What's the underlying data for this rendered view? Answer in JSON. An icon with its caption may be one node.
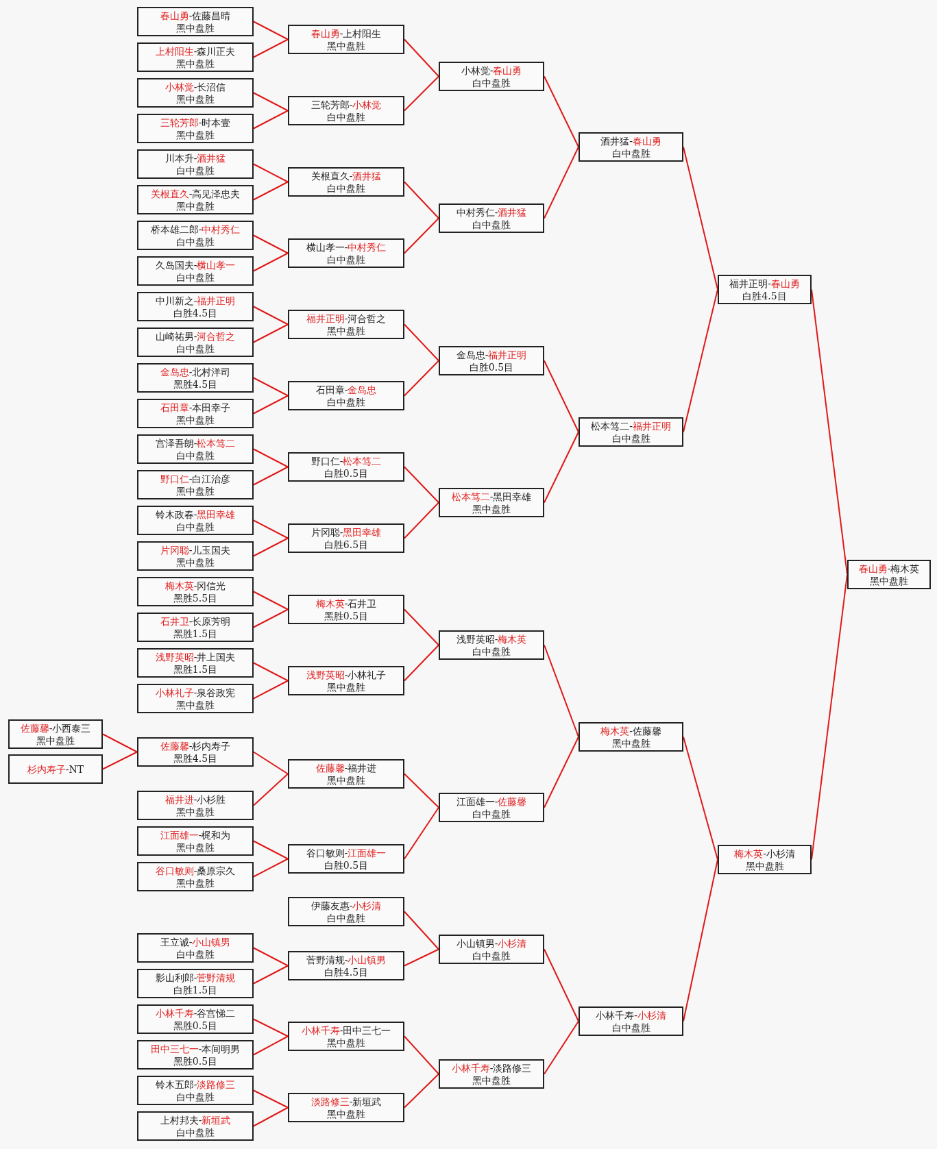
{
  "diagram": {
    "nodes": [
      {
        "text": [
          "**佐藤馨**-小西泰三",
          "黑中盘胜"
        ]
      },
      {
        "text": [
          "**杉内寿子**-NT"
        ]
      },
      {
        "text": [
          "**春山勇**-佐藤昌晴",
          "黑中盘胜"
        ]
      },
      {
        "text": [
          "**上村阳生**-森川正夫",
          "黑中盘胜"
        ]
      },
      {
        "text": [
          "**小林觉**-长沼信",
          "黑中盘胜"
        ]
      },
      {
        "text": [
          "**三轮芳郎**-时本壹",
          "黑中盘胜"
        ]
      },
      {
        "text": [
          "川本升-**酒井猛**",
          "白中盘胜"
        ]
      },
      {
        "text": [
          "**关根直久**-高见泽忠夫",
          "黑中盘胜"
        ]
      },
      {
        "text": [
          "桥本雄二郎-**中村秀仁**",
          "白中盘胜"
        ]
      },
      {
        "text": [
          "久岛国夫-**横山孝一**",
          "白中盘胜"
        ]
      },
      {
        "text": [
          "中川新之-**福井正明**",
          "白胜4.5目"
        ]
      },
      {
        "text": [
          "山崎祐男-**河合哲之**",
          "白中盘胜"
        ]
      },
      {
        "text": [
          "**金岛忠**-北村洋司",
          "黑胜4.5目"
        ]
      },
      {
        "text": [
          "**石田章**-本田幸子",
          "黑中盘胜"
        ]
      },
      {
        "text": [
          "宫泽吾朗-**松本笃二**",
          "白中盘胜"
        ]
      },
      {
        "text": [
          "**野口仁**-白江治彦",
          "黑中盘胜"
        ]
      },
      {
        "text": [
          "铃木政春-**黑田幸雄**",
          "白中盘胜"
        ]
      },
      {
        "text": [
          "**片冈聪**-儿玉国夫",
          "黑中盘胜"
        ]
      },
      {
        "text": [
          "**梅木英**-冈信光",
          "黑胜5.5目"
        ]
      },
      {
        "text": [
          "**石井卫**-长原芳明",
          "黑胜1.5目"
        ]
      },
      {
        "text": [
          "**浅野英昭**-井上国夫",
          "黑胜1.5目"
        ]
      },
      {
        "text": [
          "**小林礼子**-泉谷政宪",
          "黑中盘胜"
        ]
      },
      {
        "text": [
          "**佐藤馨**-杉内寿子",
          "黑胜4.5目"
        ]
      },
      {
        "text": [
          "**福井进**-小杉胜",
          "黑中盘胜"
        ]
      },
      {
        "text": [
          "**江面雄一**-梶和为",
          "黑中盘胜"
        ]
      },
      {
        "text": [
          "**谷口敏则**-桑原宗久",
          "黑中盘胜"
        ]
      },
      {
        "text": [
          "王立诚-**小山镇男**",
          "白中盘胜"
        ]
      },
      {
        "text": [
          "影山利郎-**菅野清规**",
          "白胜1.5目"
        ]
      },
      {
        "text": [
          "**小林千寿**-谷宫悌二",
          "黑胜0.5目"
        ]
      },
      {
        "text": [
          "**田中三七一**-本间明男",
          "黑胜0.5目"
        ]
      },
      {
        "text": [
          "铃木五郎-**淡路修三**",
          "白中盘胜"
        ]
      },
      {
        "text": [
          "上村邦夫-**新垣武**",
          "白中盘胜"
        ]
      },
      {
        "text": [
          "**春山勇**-上村阳生",
          "黑中盘胜"
        ]
      },
      {
        "text": [
          "三轮芳郎-**小林觉**",
          "白中盘胜"
        ]
      },
      {
        "text": [
          "关根直久-**酒井猛**",
          "白中盘胜"
        ]
      },
      {
        "text": [
          "横山孝一-**中村秀仁**",
          "白中盘胜"
        ]
      },
      {
        "text": [
          "**福井正明**-河合哲之",
          "黑中盘胜"
        ]
      },
      {
        "text": [
          "石田章-**金岛忠**",
          "白中盘胜"
        ]
      },
      {
        "text": [
          "野口仁-**松本笃二**",
          "白胜0.5目"
        ]
      },
      {
        "text": [
          "片冈聪-**黑田幸雄**",
          "白胜6.5目"
        ]
      },
      {
        "text": [
          "**梅木英**-石井卫",
          "黑胜0.5目"
        ]
      },
      {
        "text": [
          "**浅野英昭**-小林礼子",
          "黑中盘胜"
        ]
      },
      {
        "text": [
          "**佐藤馨**-福井进",
          "黑中盘胜"
        ]
      },
      {
        "text": [
          "谷口敏则-**江面雄一**",
          "白胜0.5目"
        ]
      },
      {
        "text": [
          "伊藤友惠-**小杉清**",
          "白中盘胜"
        ]
      },
      {
        "text": [
          "菅野清规-**小山镇男**",
          "白胜4.5目"
        ]
      },
      {
        "text": [
          "**小林千寿**-田中三七一",
          "黑中盘胜"
        ]
      },
      {
        "text": [
          "**淡路修三**-新垣武",
          "黑中盘胜"
        ]
      },
      {
        "text": [
          "小林觉-**春山勇**",
          "白中盘胜"
        ]
      },
      {
        "text": [
          "中村秀仁-**酒井猛**",
          "白中盘胜"
        ]
      },
      {
        "text": [
          "金岛忠-**福井正明**",
          "白胜0.5目"
        ]
      },
      {
        "text": [
          "**松本笃二**-黑田幸雄",
          "黑中盘胜"
        ]
      },
      {
        "text": [
          "浅野英昭-**梅木英**",
          "白中盘胜"
        ]
      },
      {
        "text": [
          "江面雄一-**佐藤馨**",
          "白中盘胜"
        ]
      },
      {
        "text": [
          "小山镇男-**小杉清**",
          "白中盘胜"
        ]
      },
      {
        "text": [
          "**小林千寿**-淡路修三",
          "黑中盘胜"
        ]
      },
      {
        "text": [
          "酒井猛-**春山勇**",
          "白中盘胜"
        ]
      },
      {
        "text": [
          "松本笃二-**福井正明**",
          "白中盘胜"
        ]
      },
      {
        "text": [
          "**梅木英**-佐藤馨",
          "黑中盘胜"
        ]
      },
      {
        "text": [
          "小林千寿-**小杉清**",
          "白中盘胜"
        ]
      },
      {
        "text": [
          "福井正明-**春山勇**",
          "白胜4.5目"
        ]
      },
      {
        "text": [
          "**梅木英**-小杉清",
          "黑中盘胜"
        ]
      },
      {
        "text": [
          "**春山勇**-梅木英",
          "黑中盘胜"
        ]
      }
    ],
    "edges": [
      {
        "from": 0,
        "to": 22,
        "arrow": "none"
      },
      {
        "from": 1,
        "to": 22,
        "arrow": "none"
      },
      {
        "from": 2,
        "to": 32,
        "arrow": "none"
      },
      {
        "from": 3,
        "to": 32,
        "arrow": "none"
      },
      {
        "from": 4,
        "to": 33,
        "arrow": "none"
      },
      {
        "from": 5,
        "to": 33,
        "arrow": "none"
      },
      {
        "from": 6,
        "to": 34,
        "arrow": "none"
      },
      {
        "from": 7,
        "to": 34,
        "arrow": "none"
      },
      {
        "from": 8,
        "to": 35,
        "arrow": "none"
      },
      {
        "from": 9,
        "to": 35,
        "arrow": "none"
      },
      {
        "from": 10,
        "to": 36,
        "arrow": "none"
      },
      {
        "from": 11,
        "to": 36,
        "arrow": "none"
      },
      {
        "from": 12,
        "to": 37,
        "arrow": "none"
      },
      {
        "from": 13,
        "to": 37,
        "arrow": "none"
      },
      {
        "from": 14,
        "to": 38,
        "arrow": "none"
      },
      {
        "from": 15,
        "to": 38,
        "arrow": "none"
      },
      {
        "from": 16,
        "to": 39,
        "arrow": "none"
      },
      {
        "from": 17,
        "to": 39,
        "arrow": "none"
      },
      {
        "from": 18,
        "to": 40,
        "arrow": "none"
      },
      {
        "from": 19,
        "to": 40,
        "arrow": "none"
      },
      {
        "from": 20,
        "to": 41,
        "arrow": "none"
      },
      {
        "from": 21,
        "to": 41,
        "arrow": "none"
      },
      {
        "from": 22,
        "to": 42,
        "arrow": "none"
      },
      {
        "from": 23,
        "to": 42,
        "arrow": "none"
      },
      {
        "from": 24,
        "to": 43,
        "arrow": "none"
      },
      {
        "from": 25,
        "to": 43,
        "arrow": "none"
      },
      {
        "from": 26,
        "to": 45,
        "arrow": "none"
      },
      {
        "from": 27,
        "to": 45,
        "arrow": "none"
      },
      {
        "from": 28,
        "to": 46,
        "arrow": "none"
      },
      {
        "from": 29,
        "to": 46,
        "arrow": "none"
      },
      {
        "from": 30,
        "to": 47,
        "arrow": "none"
      },
      {
        "from": 31,
        "to": 47,
        "arrow": "none"
      },
      {
        "from": 32,
        "to": 48,
        "arrow": "none"
      },
      {
        "from": 33,
        "to": 48,
        "arrow": "none"
      },
      {
        "from": 34,
        "to": 49,
        "arrow": "none"
      },
      {
        "from": 35,
        "to": 49,
        "arrow": "none"
      },
      {
        "from": 36,
        "to": 50,
        "arrow": "none"
      },
      {
        "from": 37,
        "to": 50,
        "arrow": "none"
      },
      {
        "from": 38,
        "to": 51,
        "arrow": "none"
      },
      {
        "from": 39,
        "to": 51,
        "arrow": "none"
      },
      {
        "from": 40,
        "to": 52,
        "arrow": "none"
      },
      {
        "from": 41,
        "to": 52,
        "arrow": "none"
      },
      {
        "from": 42,
        "to": 53,
        "arrow": "none"
      },
      {
        "from": 43,
        "to": 53,
        "arrow": "none"
      },
      {
        "from": 44,
        "to": 54,
        "arrow": "none"
      },
      {
        "from": 45,
        "to": 54,
        "arrow": "none"
      },
      {
        "from": 46,
        "to": 55,
        "arrow": "none"
      },
      {
        "from": 47,
        "to": 55,
        "arrow": "none"
      },
      {
        "from": 48,
        "to": 56,
        "arrow": "none"
      },
      {
        "from": 49,
        "to": 56,
        "arrow": "none"
      },
      {
        "from": 50,
        "to": 57,
        "arrow": "none"
      },
      {
        "from": 51,
        "to": 57,
        "arrow": "none"
      },
      {
        "from": 52,
        "to": 58,
        "arrow": "none"
      },
      {
        "from": 53,
        "to": 58,
        "arrow": "none"
      },
      {
        "from": 54,
        "to": 59,
        "arrow": "none"
      },
      {
        "from": 55,
        "to": 59,
        "arrow": "none"
      },
      {
        "from": 56,
        "to": 60,
        "arrow": "none"
      },
      {
        "from": 57,
        "to": 60,
        "arrow": "none"
      },
      {
        "from": 58,
        "to": 61,
        "arrow": "none"
      },
      {
        "from": 59,
        "to": 61,
        "arrow": "none"
      },
      {
        "from": 60,
        "to": 62,
        "arrow": "none"
      },
      {
        "from": 61,
        "to": 62,
        "arrow": "none"
      }
    ]
  }
}
